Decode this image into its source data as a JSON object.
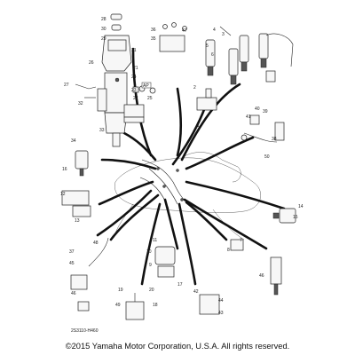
{
  "part_numbers": [
    "1",
    "2",
    "3",
    "4",
    "5",
    "6",
    "7",
    "8",
    "9",
    "10",
    "11",
    "12",
    "13",
    "14",
    "15",
    "16",
    "17",
    "18",
    "19",
    "20",
    "21",
    "22",
    "23",
    "24",
    "25",
    "26",
    "27",
    "28",
    "29",
    "30",
    "31",
    "32",
    "33",
    "34",
    "35",
    "36",
    "37",
    "38",
    "39",
    "40",
    "41",
    "42",
    "43",
    "44",
    "45",
    "46",
    "47",
    "48",
    "49",
    "50"
  ],
  "ap_tag": "AP",
  "drawing_code": "2S3110-H460",
  "copyright": "©2015 Yamaha Motor Corporation, U.S.A. All rights reserved."
}
